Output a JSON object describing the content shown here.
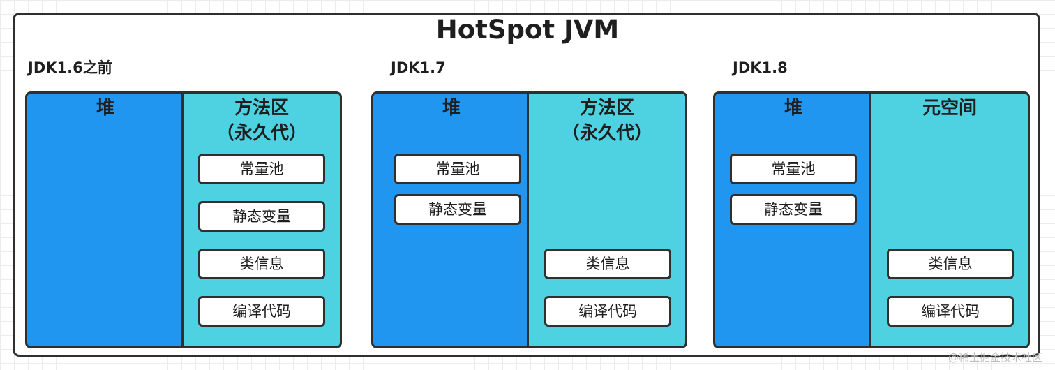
{
  "title": "HotSpot JVM",
  "sections": [
    {
      "label": "JDK1.6之前",
      "heap": {
        "title": "堆",
        "items": []
      },
      "area": {
        "title": "方法区",
        "subtitle": "（永久代）",
        "items": [
          "常量池",
          "静态变量",
          "类信息",
          "编译代码"
        ]
      }
    },
    {
      "label": "JDK1.7",
      "heap": {
        "title": "堆",
        "items": [
          "常量池",
          "静态变量"
        ]
      },
      "area": {
        "title": "方法区",
        "subtitle": "（永久代）",
        "items": [
          "类信息",
          "编译代码"
        ]
      }
    },
    {
      "label": "JDK1.8",
      "heap": {
        "title": "堆",
        "items": [
          "常量池",
          "静态变量"
        ]
      },
      "area": {
        "title": "元空间",
        "subtitle": "",
        "items": [
          "类信息",
          "编译代码"
        ]
      }
    }
  ],
  "watermark": "@稀土掘金技术社区",
  "colors": {
    "heap": "#2196f0",
    "area": "#4ed1e0",
    "border": "#2f2f2f"
  }
}
